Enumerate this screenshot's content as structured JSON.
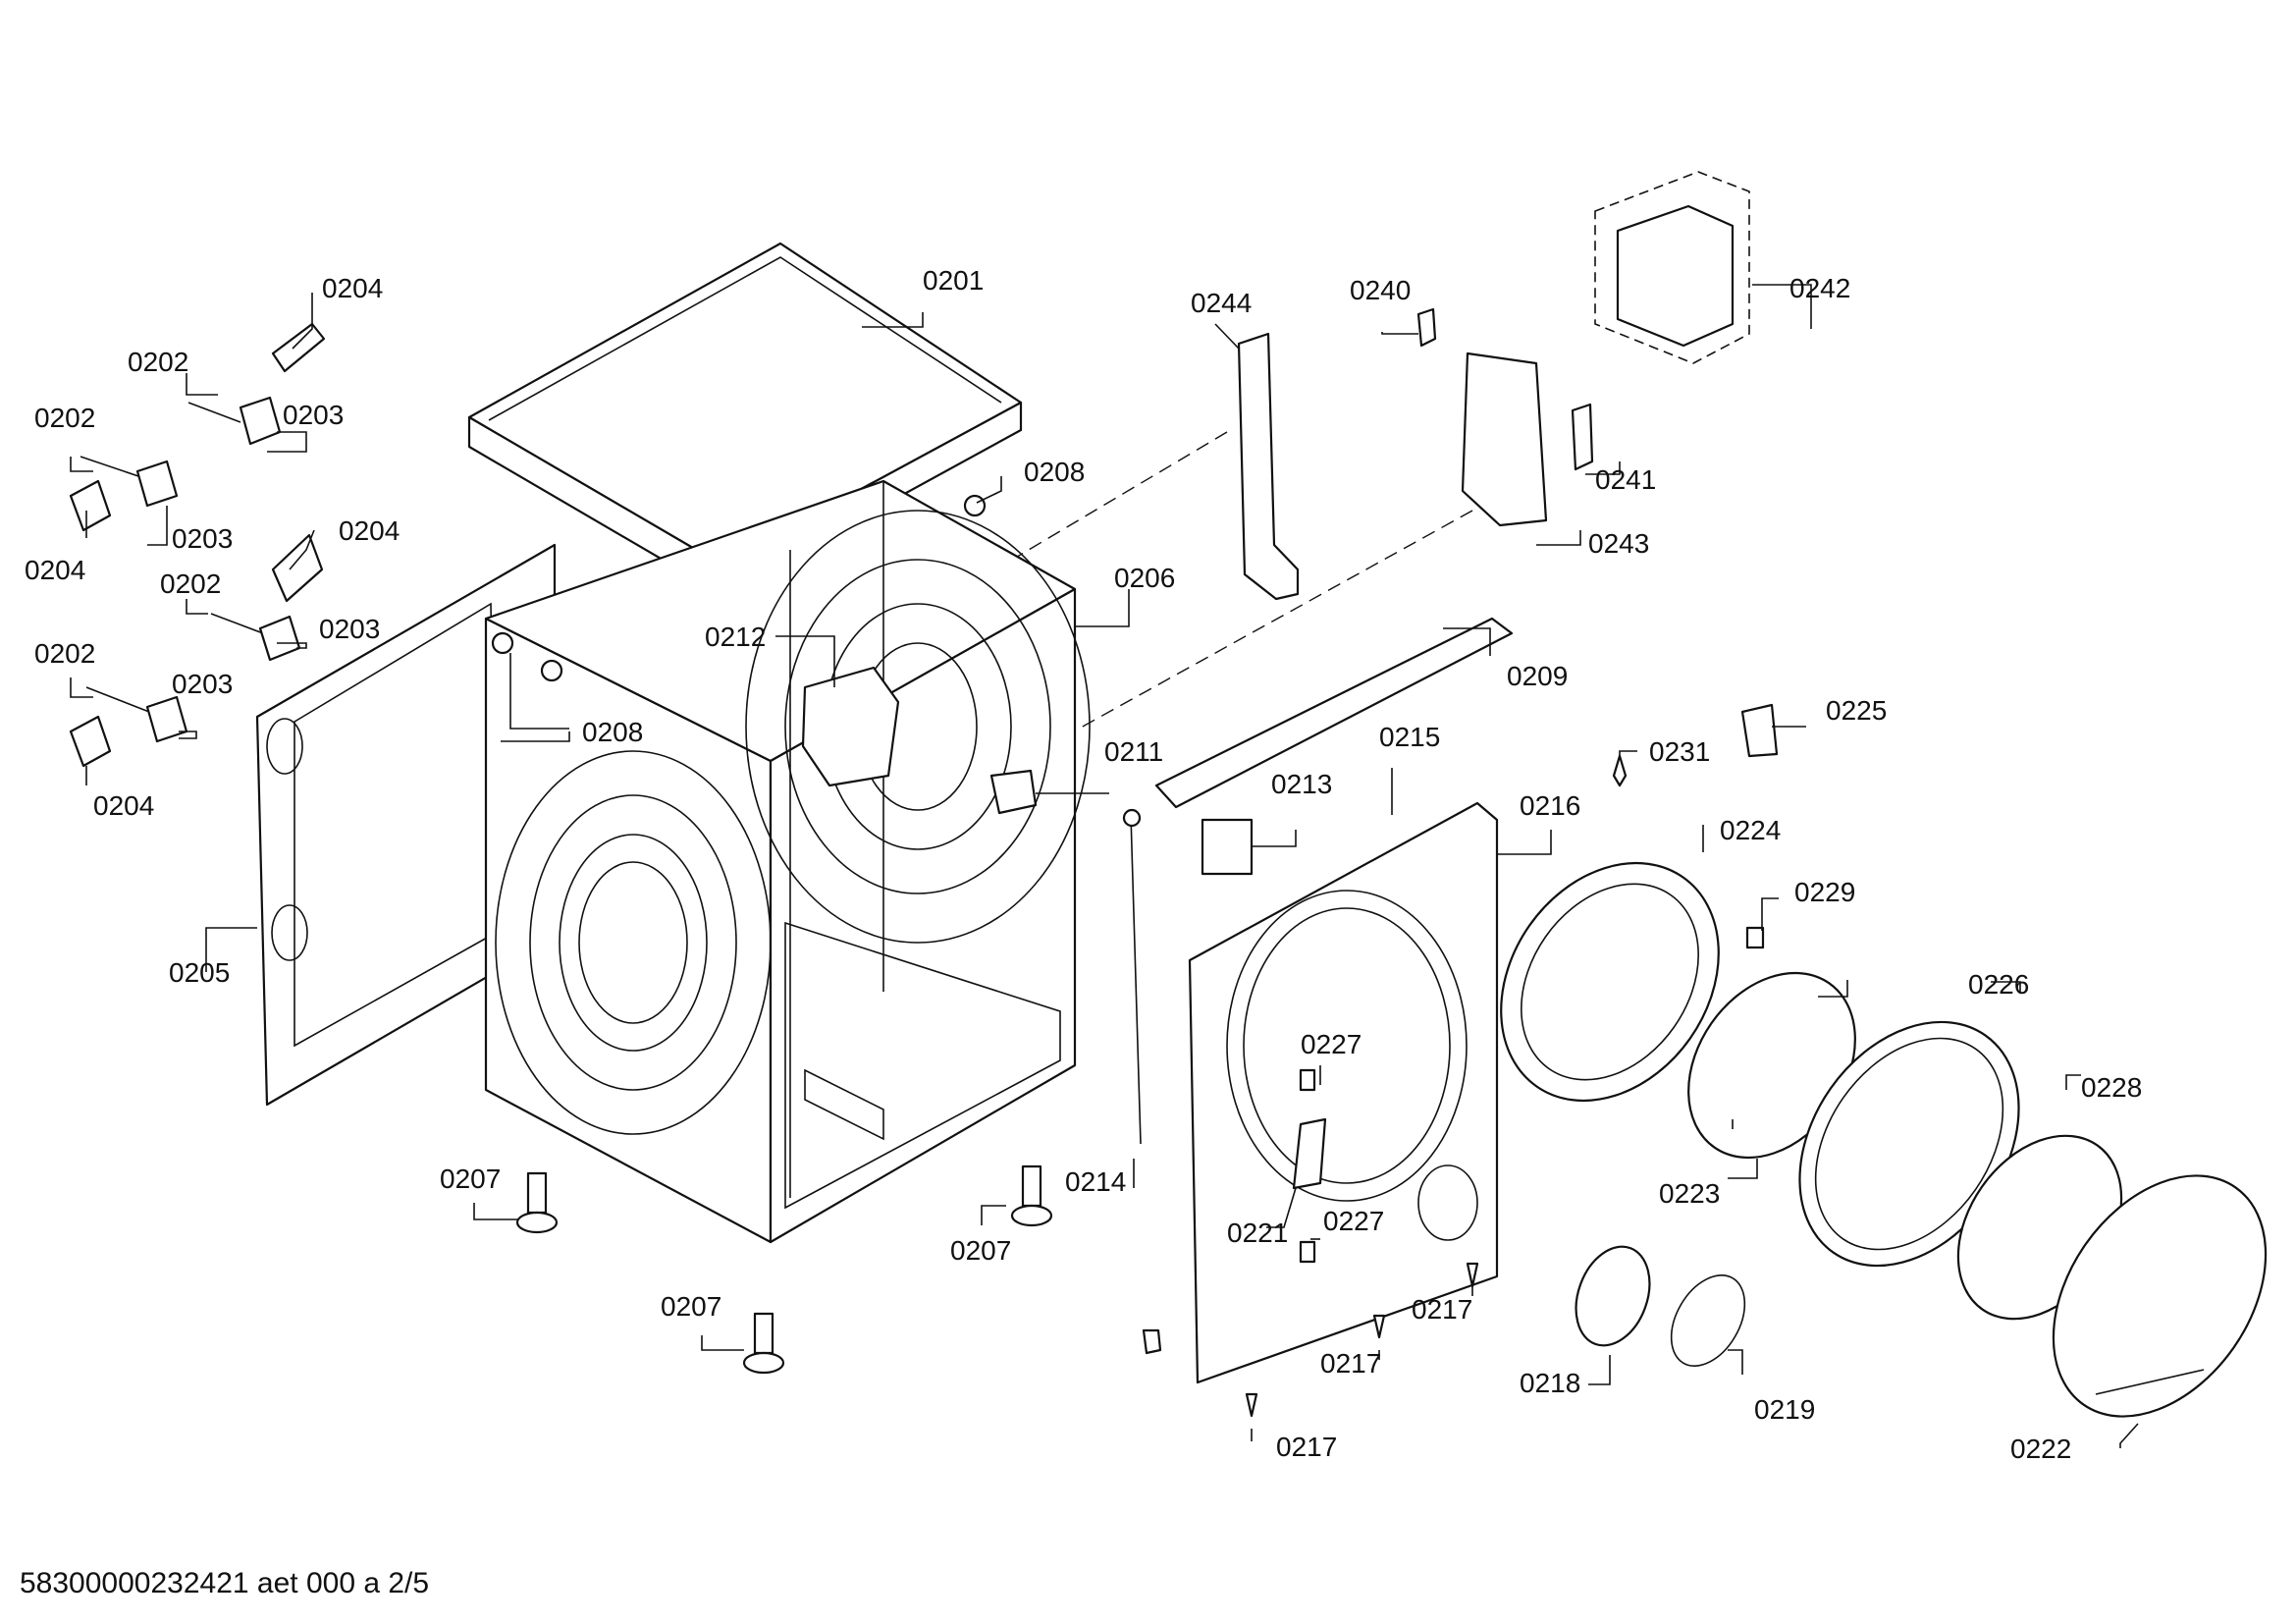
{
  "footer_code": "58300000232421 aet 000 a 2/5",
  "callouts": [
    {
      "id": "0201",
      "label": "0201"
    },
    {
      "id": "0202a",
      "label": "0202"
    },
    {
      "id": "0202b",
      "label": "0202"
    },
    {
      "id": "0202c",
      "label": "0202"
    },
    {
      "id": "0202d",
      "label": "0202"
    },
    {
      "id": "0203a",
      "label": "0203"
    },
    {
      "id": "0203b",
      "label": "0203"
    },
    {
      "id": "0203c",
      "label": "0203"
    },
    {
      "id": "0203d",
      "label": "0203"
    },
    {
      "id": "0204a",
      "label": "0204"
    },
    {
      "id": "0204b",
      "label": "0204"
    },
    {
      "id": "0204c",
      "label": "0204"
    },
    {
      "id": "0204d",
      "label": "0204"
    },
    {
      "id": "0205",
      "label": "0205"
    },
    {
      "id": "0206",
      "label": "0206"
    },
    {
      "id": "0207a",
      "label": "0207"
    },
    {
      "id": "0207b",
      "label": "0207"
    },
    {
      "id": "0207c",
      "label": "0207"
    },
    {
      "id": "0208a",
      "label": "0208"
    },
    {
      "id": "0208b",
      "label": "0208"
    },
    {
      "id": "0209",
      "label": "0209"
    },
    {
      "id": "0211",
      "label": "0211"
    },
    {
      "id": "0212",
      "label": "0212"
    },
    {
      "id": "0213",
      "label": "0213"
    },
    {
      "id": "0214",
      "label": "0214"
    },
    {
      "id": "0215",
      "label": "0215"
    },
    {
      "id": "0216",
      "label": "0216"
    },
    {
      "id": "0217a",
      "label": "0217"
    },
    {
      "id": "0217b",
      "label": "0217"
    },
    {
      "id": "0217c",
      "label": "0217"
    },
    {
      "id": "0218",
      "label": "0218"
    },
    {
      "id": "0219",
      "label": "0219"
    },
    {
      "id": "0221",
      "label": "0221"
    },
    {
      "id": "0222",
      "label": "0222"
    },
    {
      "id": "0223",
      "label": "0223"
    },
    {
      "id": "0224",
      "label": "0224"
    },
    {
      "id": "0225",
      "label": "0225"
    },
    {
      "id": "0226",
      "label": "0226"
    },
    {
      "id": "0227a",
      "label": "0227"
    },
    {
      "id": "0227b",
      "label": "0227"
    },
    {
      "id": "0228",
      "label": "0228"
    },
    {
      "id": "0229",
      "label": "0229"
    },
    {
      "id": "0231",
      "label": "0231"
    },
    {
      "id": "0240",
      "label": "0240"
    },
    {
      "id": "0241",
      "label": "0241"
    },
    {
      "id": "0242",
      "label": "0242"
    },
    {
      "id": "0243",
      "label": "0243"
    },
    {
      "id": "0244",
      "label": "0244"
    }
  ]
}
